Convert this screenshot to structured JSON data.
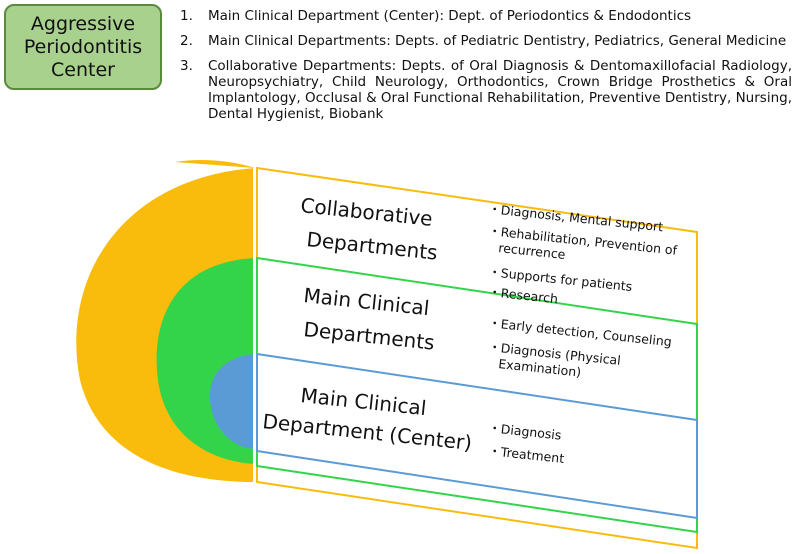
{
  "center": {
    "label_line1": "Aggressive",
    "label_line2": "Periodontitis",
    "label_line3": "Center"
  },
  "list": [
    {
      "num": "1.",
      "text": "Main Clinical Department (Center): Dept. of Periodontics & Endodontics"
    },
    {
      "num": "2.",
      "text": "Main Clinical Departments: Depts. of Pediatric Dentistry, Pediatrics, General Medicine"
    },
    {
      "num": "3.",
      "text": "Collaborative Departments: Depts. of Oral Diagnosis & Dentomaxillofacial Radiology, Neuropsychiatry, Child Neurology, Orthodontics, Crown Bridge Prosthetics & Oral Implantology, Occlusal & Oral Functional Rehabilitation, Preventive Dentistry, Nursing, Dental Hygienist, Biobank"
    }
  ],
  "layers": {
    "collaborative": {
      "title_line1": "Collaborative",
      "title_line2": "Departments",
      "items": [
        "・Diagnosis, Mental support",
        "・Rehabilitation, Prevention of",
        "recurrence",
        "・Supports for patients",
        "・Research"
      ]
    },
    "main": {
      "title_line1": "Main Clinical",
      "title_line2": "Departments",
      "items": [
        "・Early detection, Counseling",
        "・Diagnosis (Physical",
        "Examination)"
      ]
    },
    "center": {
      "title_line1": "Main Clinical",
      "title_line2": "Department (Center)",
      "items": [
        "・Diagnosis",
        "・Treatment"
      ]
    }
  },
  "colors": {
    "outer": "#f9bc0c",
    "middle": "#33d44a",
    "inner": "#5b9bd5",
    "center_box": "#a9d18e"
  }
}
